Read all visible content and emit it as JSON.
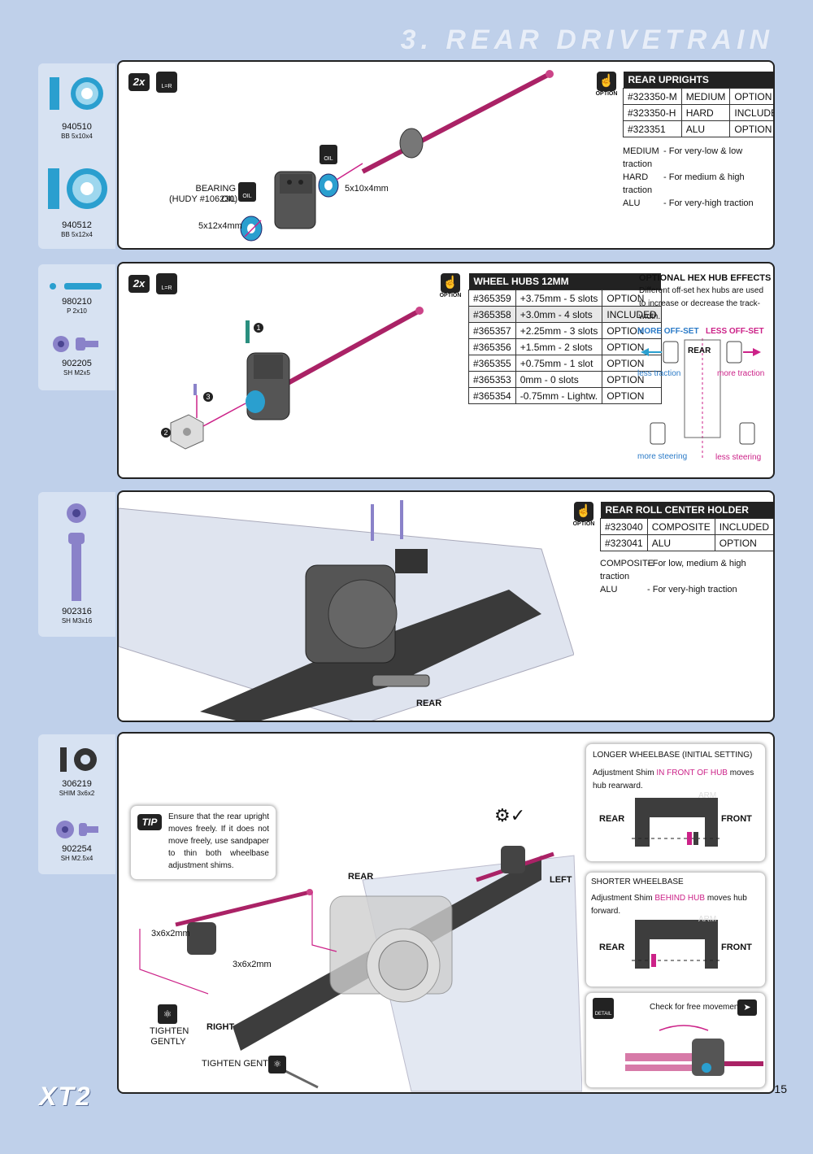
{
  "page_title": "3. REAR DRIVETRAIN",
  "page_number": "15",
  "logo": "XT2",
  "steps": [
    {
      "qty": "2x",
      "lr": "L=R",
      "parts": [
        {
          "code": "940510",
          "desc": "BB 5x10x4"
        },
        {
          "code": "940512",
          "desc": "BB 5x12x4"
        }
      ],
      "labels": {
        "bearing_oil": "BEARING OIL",
        "hudy": "(HUDY #106230)",
        "oil_tag": "OIL",
        "size_a": "5x12x4mm",
        "size_b": "5x10x4mm"
      },
      "option_label": "OPTION",
      "table": {
        "title": "REAR UPRIGHTS",
        "rows": [
          [
            "#323350-M",
            "MEDIUM",
            "OPTION"
          ],
          [
            "#323350-H",
            "HARD",
            "INCLUDED"
          ],
          [
            "#323351",
            "ALU",
            "OPTION"
          ]
        ]
      },
      "notes": [
        [
          "MEDIUM",
          "- For very-low & low traction"
        ],
        [
          "HARD",
          "- For medium & high traction"
        ],
        [
          "ALU",
          "- For very-high traction"
        ]
      ]
    },
    {
      "qty": "2x",
      "lr": "L=R",
      "parts": [
        {
          "code": "980210",
          "desc": "P 2x10"
        },
        {
          "code": "902205",
          "desc": "SH M2x5"
        }
      ],
      "callouts": [
        "1",
        "2",
        "3"
      ],
      "option_label": "OPTION",
      "table": {
        "title": "WHEEL HUBS 12MM",
        "rows": [
          [
            "#365359",
            "+3.75mm - 5 slots",
            "OPTION"
          ],
          [
            "#365358",
            "+3.0mm - 4 slots",
            "INCLUDED"
          ],
          [
            "#365357",
            "+2.25mm - 3 slots",
            "OPTION"
          ],
          [
            "#365356",
            "+1.5mm - 2 slots",
            "OPTION"
          ],
          [
            "#365355",
            "+0.75mm - 1 slot",
            "OPTION"
          ],
          [
            "#365353",
            "0mm - 0 slots",
            "OPTION"
          ],
          [
            "#365354",
            "-0.75mm - Lightw.",
            "OPTION"
          ]
        ]
      },
      "hex": {
        "title": "OPTIONAL HEX HUB EFFECTS",
        "text": "Different off-set hex hubs are used to increase or decrease the track-width.",
        "more_offset": "MORE OFF-SET",
        "less_offset": "LESS OFF-SET",
        "rear": "REAR",
        "less_traction": "less traction",
        "more_traction": "more traction",
        "more_steering": "more steering",
        "less_steering": "less steering"
      }
    },
    {
      "parts": [
        {
          "code": "902316",
          "desc": "SH M3x16"
        }
      ],
      "rear": "REAR",
      "option_label": "OPTION",
      "table": {
        "title": "REAR ROLL CENTER HOLDER",
        "rows": [
          [
            "#323040",
            "COMPOSITE",
            "INCLUDED"
          ],
          [
            "#323041",
            "ALU",
            "OPTION"
          ]
        ]
      },
      "notes": [
        [
          "COMPOSITE",
          "- For low, medium & high traction"
        ],
        [
          "ALU",
          "- For very-high traction"
        ]
      ]
    },
    {
      "parts": [
        {
          "code": "306219",
          "desc": "SHIM 3x6x2"
        },
        {
          "code": "902254",
          "desc": "SH M2.5x4"
        }
      ],
      "tip_label": "TIP",
      "tip": "Ensure that the rear upright moves freely. If it does not move freely, use sandpaper to thin both wheelbase adjustment shims.",
      "labels": {
        "rear": "REAR",
        "left": "LEFT",
        "right": "RIGHT",
        "shim_a": "3x6x2mm",
        "shim_b": "3x6x2mm",
        "tighten_a": "TIGHTEN GENTLY",
        "tighten_b": "TIGHTEN GENTLY"
      },
      "longer": {
        "title": "LONGER WHEELBASE (INITIAL SETTING)",
        "text_pre": "Adjustment Shim",
        "text_hl": "IN FRONT OF HUB",
        "text_post": "moves hub rearward.",
        "arm": "ARM",
        "rear": "REAR",
        "front": "FRONT"
      },
      "shorter": {
        "title": "SHORTER WHEELBASE",
        "text_pre": "Adjustment Shim",
        "text_hl": "BEHIND HUB",
        "text_post": "moves hub forward.",
        "arm": "ARM",
        "rear": "REAR",
        "front": "FRONT"
      },
      "detail": {
        "label": "DETAIL",
        "text": "Check for free movement"
      }
    }
  ]
}
